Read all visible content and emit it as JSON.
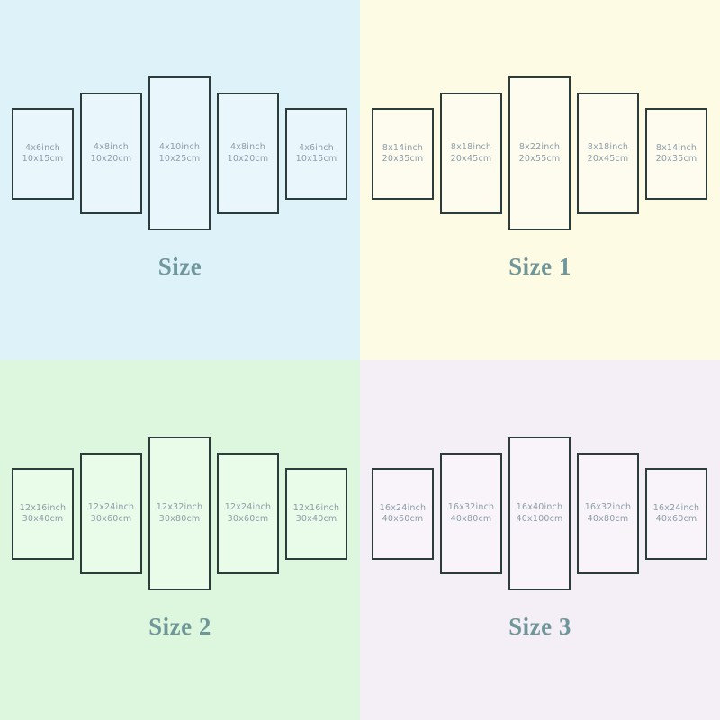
{
  "quadrants": [
    {
      "name": "size",
      "title": "Size",
      "bg": "#def2fa",
      "panel_fill": "#e9f7fc",
      "border_color": "#2c3c3a",
      "title_color": "#6f9698",
      "label_color": "#8d9da8",
      "panels": [
        {
          "inch": "4x6inch",
          "cm": "10x15cm"
        },
        {
          "inch": "4x8inch",
          "cm": "10x20cm"
        },
        {
          "inch": "4x10inch",
          "cm": "10x25cm"
        },
        {
          "inch": "4x8inch",
          "cm": "10x20cm"
        },
        {
          "inch": "4x6inch",
          "cm": "10x15cm"
        }
      ]
    },
    {
      "name": "size-1",
      "title": "Size 1",
      "bg": "#fdfbe3",
      "panel_fill": "#fdfcef",
      "border_color": "#2c3c3a",
      "title_color": "#6f9698",
      "label_color": "#8d9da8",
      "panels": [
        {
          "inch": "8x14inch",
          "cm": "20x35cm"
        },
        {
          "inch": "8x18inch",
          "cm": "20x45cm"
        },
        {
          "inch": "8x22inch",
          "cm": "20x55cm"
        },
        {
          "inch": "8x18inch",
          "cm": "20x45cm"
        },
        {
          "inch": "8x14inch",
          "cm": "20x35cm"
        }
      ]
    },
    {
      "name": "size-2",
      "title": "Size 2",
      "bg": "#dcf7dd",
      "panel_fill": "#e9fbe9",
      "border_color": "#2c3c3a",
      "title_color": "#6f9698",
      "label_color": "#8d9da8",
      "panels": [
        {
          "inch": "12x16inch",
          "cm": "30x40cm"
        },
        {
          "inch": "12x24inch",
          "cm": "30x60cm"
        },
        {
          "inch": "12x32inch",
          "cm": "30x80cm"
        },
        {
          "inch": "12x24inch",
          "cm": "30x60cm"
        },
        {
          "inch": "12x16inch",
          "cm": "30x40cm"
        }
      ]
    },
    {
      "name": "size-3",
      "title": "Size 3",
      "bg": "#f4eff6",
      "panel_fill": "#f8f4fa",
      "border_color": "#2c3c3a",
      "title_color": "#6f9698",
      "label_color": "#8d9da8",
      "panels": [
        {
          "inch": "16x24inch",
          "cm": "40x60cm"
        },
        {
          "inch": "16x32inch",
          "cm": "40x80cm"
        },
        {
          "inch": "16x40inch",
          "cm": "40x100cm"
        },
        {
          "inch": "16x32inch",
          "cm": "40x80cm"
        },
        {
          "inch": "16x24inch",
          "cm": "40x60cm"
        }
      ]
    }
  ]
}
